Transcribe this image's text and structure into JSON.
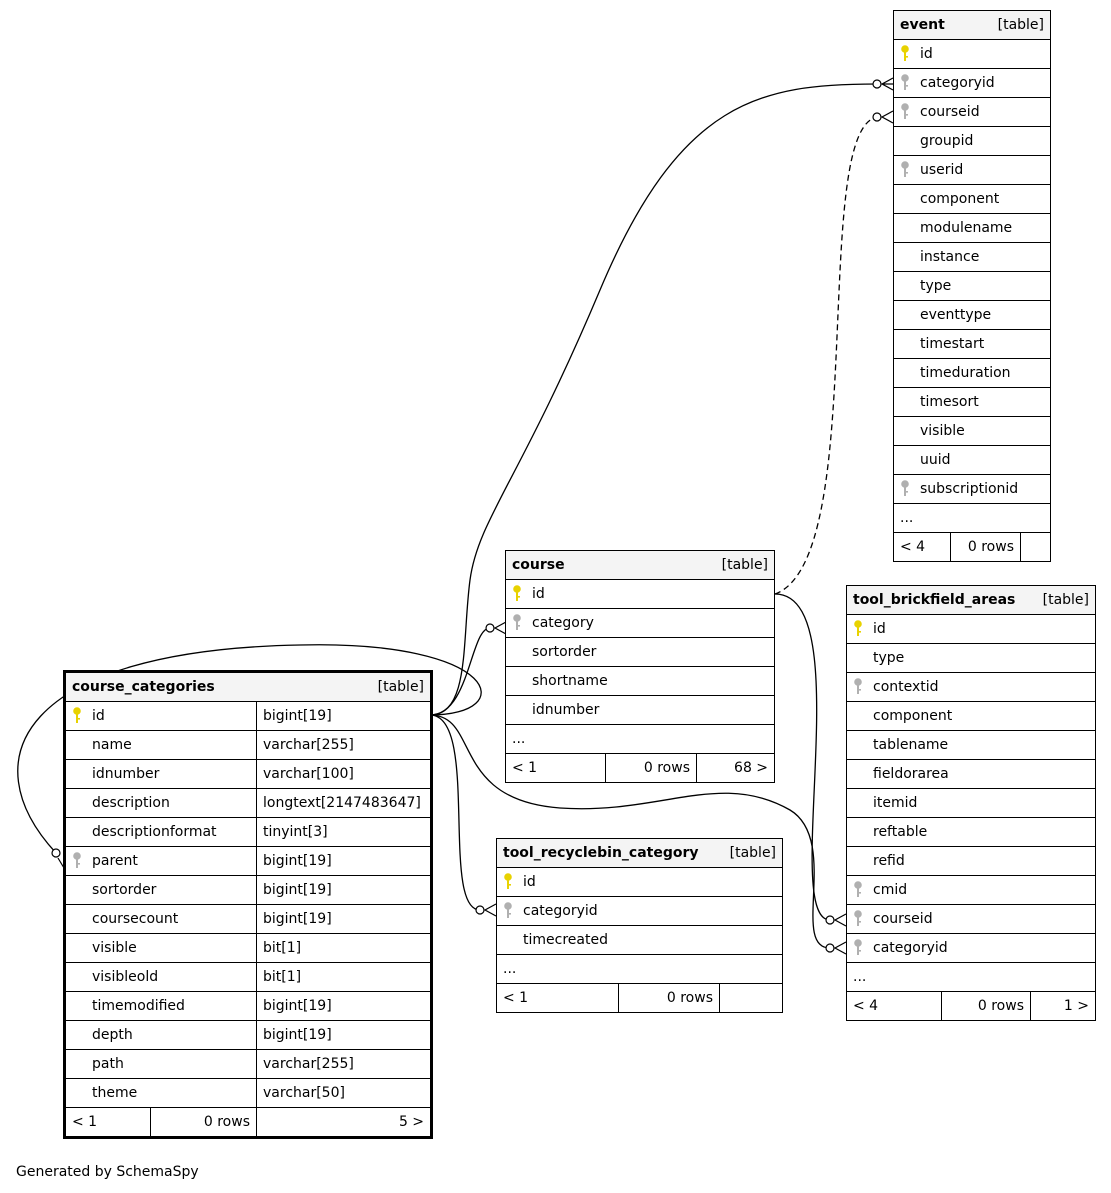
{
  "tables": {
    "event": {
      "name": "event",
      "type": "[table]",
      "columns": [
        {
          "name": "id",
          "key": "pk"
        },
        {
          "name": "categoryid",
          "key": "fk"
        },
        {
          "name": "courseid",
          "key": "fk"
        },
        {
          "name": "groupid",
          "key": ""
        },
        {
          "name": "userid",
          "key": "fk"
        },
        {
          "name": "component",
          "key": ""
        },
        {
          "name": "modulename",
          "key": ""
        },
        {
          "name": "instance",
          "key": ""
        },
        {
          "name": "type",
          "key": ""
        },
        {
          "name": "eventtype",
          "key": ""
        },
        {
          "name": "timestart",
          "key": ""
        },
        {
          "name": "timeduration",
          "key": ""
        },
        {
          "name": "timesort",
          "key": ""
        },
        {
          "name": "visible",
          "key": ""
        },
        {
          "name": "uuid",
          "key": ""
        },
        {
          "name": "subscriptionid",
          "key": "fk"
        }
      ],
      "ellipsis": "...",
      "footer": {
        "left": "< 4",
        "rows": "0 rows",
        "right": ""
      }
    },
    "course": {
      "name": "course",
      "type": "[table]",
      "columns": [
        {
          "name": "id",
          "key": "pk"
        },
        {
          "name": "category",
          "key": "fk"
        },
        {
          "name": "sortorder",
          "key": ""
        },
        {
          "name": "shortname",
          "key": ""
        },
        {
          "name": "idnumber",
          "key": ""
        }
      ],
      "ellipsis": "...",
      "footer": {
        "left": "< 1",
        "rows": "0 rows",
        "right": "68 >"
      }
    },
    "tool_brickfield_areas": {
      "name": "tool_brickfield_areas",
      "type": "[table]",
      "columns": [
        {
          "name": "id",
          "key": "pk"
        },
        {
          "name": "type",
          "key": ""
        },
        {
          "name": "contextid",
          "key": "fk"
        },
        {
          "name": "component",
          "key": ""
        },
        {
          "name": "tablename",
          "key": ""
        },
        {
          "name": "fieldorarea",
          "key": ""
        },
        {
          "name": "itemid",
          "key": ""
        },
        {
          "name": "reftable",
          "key": ""
        },
        {
          "name": "refid",
          "key": ""
        },
        {
          "name": "cmid",
          "key": "fk"
        },
        {
          "name": "courseid",
          "key": "fk"
        },
        {
          "name": "categoryid",
          "key": "fk"
        }
      ],
      "ellipsis": "...",
      "footer": {
        "left": "< 4",
        "rows": "0 rows",
        "right": "1 >"
      }
    },
    "course_categories": {
      "name": "course_categories",
      "type": "[table]",
      "columns": [
        {
          "name": "id",
          "key": "pk",
          "dtype": "bigint[19]"
        },
        {
          "name": "name",
          "key": "",
          "dtype": "varchar[255]"
        },
        {
          "name": "idnumber",
          "key": "",
          "dtype": "varchar[100]"
        },
        {
          "name": "description",
          "key": "",
          "dtype": "longtext[2147483647]"
        },
        {
          "name": "descriptionformat",
          "key": "",
          "dtype": "tinyint[3]"
        },
        {
          "name": "parent",
          "key": "fk",
          "dtype": "bigint[19]"
        },
        {
          "name": "sortorder",
          "key": "",
          "dtype": "bigint[19]"
        },
        {
          "name": "coursecount",
          "key": "",
          "dtype": "bigint[19]"
        },
        {
          "name": "visible",
          "key": "",
          "dtype": "bit[1]"
        },
        {
          "name": "visibleold",
          "key": "",
          "dtype": "bit[1]"
        },
        {
          "name": "timemodified",
          "key": "",
          "dtype": "bigint[19]"
        },
        {
          "name": "depth",
          "key": "",
          "dtype": "bigint[19]"
        },
        {
          "name": "path",
          "key": "",
          "dtype": "varchar[255]"
        },
        {
          "name": "theme",
          "key": "",
          "dtype": "varchar[50]"
        }
      ],
      "footer": {
        "left": "< 1",
        "rows": "0 rows",
        "right": "5 >"
      }
    },
    "tool_recyclebin_category": {
      "name": "tool_recyclebin_category",
      "type": "[table]",
      "columns": [
        {
          "name": "id",
          "key": "pk"
        },
        {
          "name": "categoryid",
          "key": "fk"
        },
        {
          "name": "timecreated",
          "key": ""
        }
      ],
      "ellipsis": "...",
      "footer": {
        "left": "< 1",
        "rows": "0 rows",
        "right": ""
      }
    }
  },
  "colors": {
    "pk_icon": "#e8d200",
    "fk_icon": "#b0b0b0",
    "header_bg": "#f4f4f4"
  },
  "footer_text": "Generated by SchemaSpy"
}
